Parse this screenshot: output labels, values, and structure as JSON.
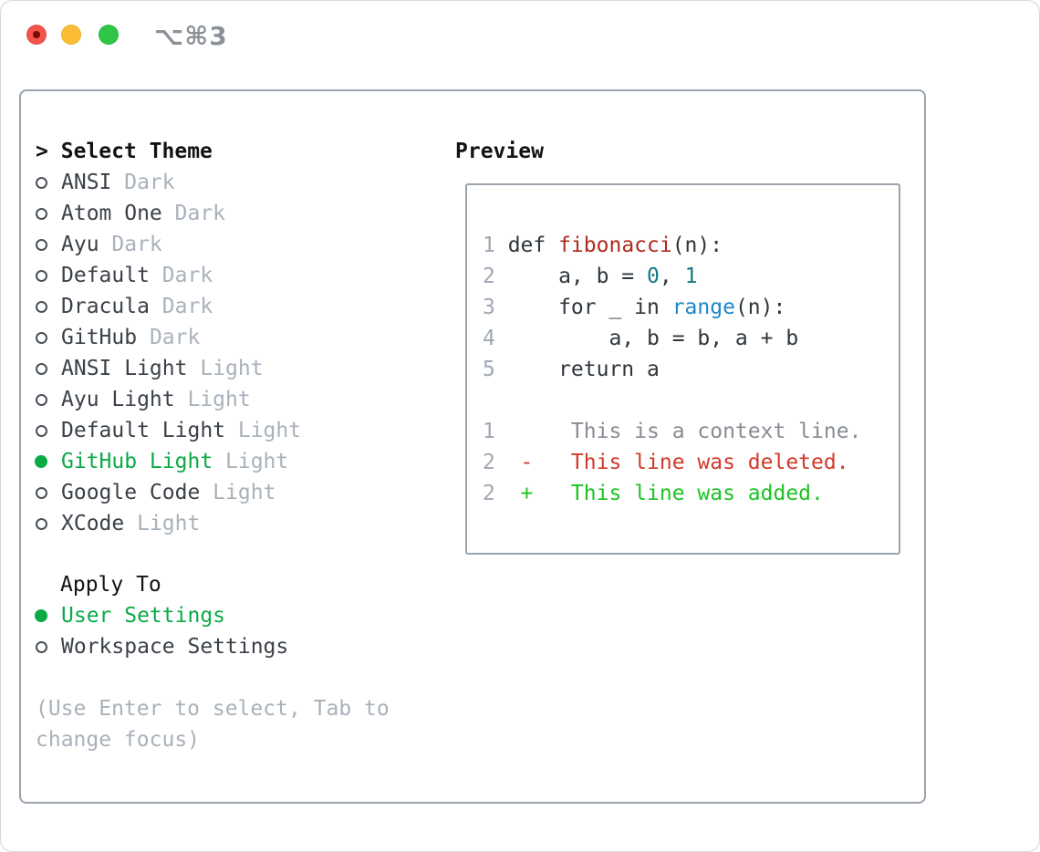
{
  "titlebar": {
    "shortcut": "⌥⌘3"
  },
  "theme_picker": {
    "cursor": ">",
    "title": "Select Theme",
    "items": [
      {
        "name": "ANSI",
        "variant": "Dark",
        "selected": false
      },
      {
        "name": "Atom One",
        "variant": "Dark",
        "selected": false
      },
      {
        "name": "Ayu",
        "variant": "Dark",
        "selected": false
      },
      {
        "name": "Default",
        "variant": "Dark",
        "selected": false
      },
      {
        "name": "Dracula",
        "variant": "Dark",
        "selected": false
      },
      {
        "name": "GitHub",
        "variant": "Dark",
        "selected": false
      },
      {
        "name": "ANSI Light",
        "variant": "Light",
        "selected": false
      },
      {
        "name": "Ayu Light",
        "variant": "Light",
        "selected": false
      },
      {
        "name": "Default Light",
        "variant": "Light",
        "selected": false
      },
      {
        "name": "GitHub Light",
        "variant": "Light",
        "selected": true
      },
      {
        "name": "Google Code",
        "variant": "Light",
        "selected": false
      },
      {
        "name": "XCode",
        "variant": "Light",
        "selected": false
      }
    ]
  },
  "apply_to": {
    "title": "Apply To",
    "options": [
      {
        "name": "User Settings",
        "selected": true
      },
      {
        "name": "Workspace Settings",
        "selected": false
      }
    ]
  },
  "hint": {
    "lines": [
      "(Use Enter to select, Tab to",
      "change focus)"
    ]
  },
  "preview": {
    "title": "Preview",
    "lines": [
      {
        "num": "1",
        "tokens": [
          {
            "c": "fg",
            "t": "def "
          },
          {
            "c": "func",
            "t": "fibonacci"
          },
          {
            "c": "fg",
            "t": "(n):"
          }
        ]
      },
      {
        "num": "2",
        "tokens": [
          {
            "c": "fg",
            "t": "    a, b = "
          },
          {
            "c": "lit",
            "t": "0"
          },
          {
            "c": "fg",
            "t": ", "
          },
          {
            "c": "lit",
            "t": "1"
          }
        ]
      },
      {
        "num": "3",
        "tokens": [
          {
            "c": "fg",
            "t": "    for _ in "
          },
          {
            "c": "builtin",
            "t": "range"
          },
          {
            "c": "fg",
            "t": "(n):"
          }
        ]
      },
      {
        "num": "4",
        "tokens": [
          {
            "c": "fg",
            "t": "        a, b = b, a + b"
          }
        ]
      },
      {
        "num": "5",
        "tokens": [
          {
            "c": "fg",
            "t": "    return a"
          }
        ]
      },
      {
        "num": "",
        "tokens": []
      },
      {
        "num": "1",
        "tokens": [
          {
            "c": "ctx",
            "t": "     This is a context line."
          }
        ]
      },
      {
        "num": "2",
        "tokens": [
          {
            "c": "del",
            "t": " -   This line was deleted."
          }
        ]
      },
      {
        "num": "2",
        "tokens": [
          {
            "c": "add",
            "t": " +   This line was added."
          }
        ]
      }
    ]
  },
  "colors": {
    "traffic_red": "#f4544c",
    "traffic_red_dot": "#7c0a07",
    "traffic_yellow": "#fbbd35",
    "traffic_green": "#2fc546",
    "shortcut_gray": "#8b9197",
    "panel_border": "#9aa3ae",
    "heading": "#101417",
    "item_text": "#3b4148",
    "muted": "#a9b1bb",
    "selected_green": "#0caa47",
    "line_number": "#9ea7b3",
    "code_fg": "#2f363c",
    "code_function": "#ae2b1d",
    "code_number": "#0f7b85",
    "code_builtin": "#1b87c9",
    "diff_context": "#878d93",
    "diff_deleted": "#d2392b",
    "diff_added": "#1dc322"
  }
}
